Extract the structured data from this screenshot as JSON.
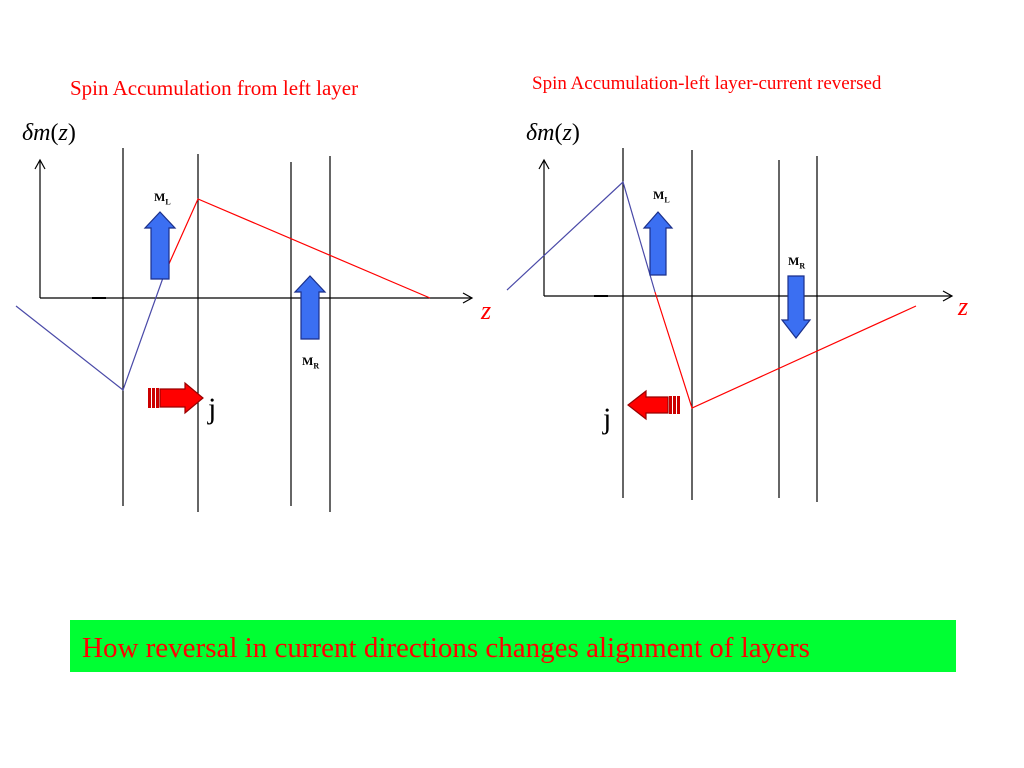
{
  "titles": {
    "left": "Spin Accumulation from left layer",
    "right": "Spin Accumulation-left layer-current reversed"
  },
  "labels": {
    "delta": "δ",
    "m": "m",
    "open_paren": "(",
    "z_var": "z",
    "close_paren": ")",
    "z_axis": "z",
    "M": "M",
    "L": "L",
    "R": "R",
    "j": "j"
  },
  "banner": {
    "text": "How reversal in current directions changes alignment of layers"
  },
  "colors": {
    "red": "#ff0000",
    "blue_line": "#4a4aa8",
    "arrow_blue": "#3b6ff2",
    "banner_bg": "#00ff33"
  }
}
